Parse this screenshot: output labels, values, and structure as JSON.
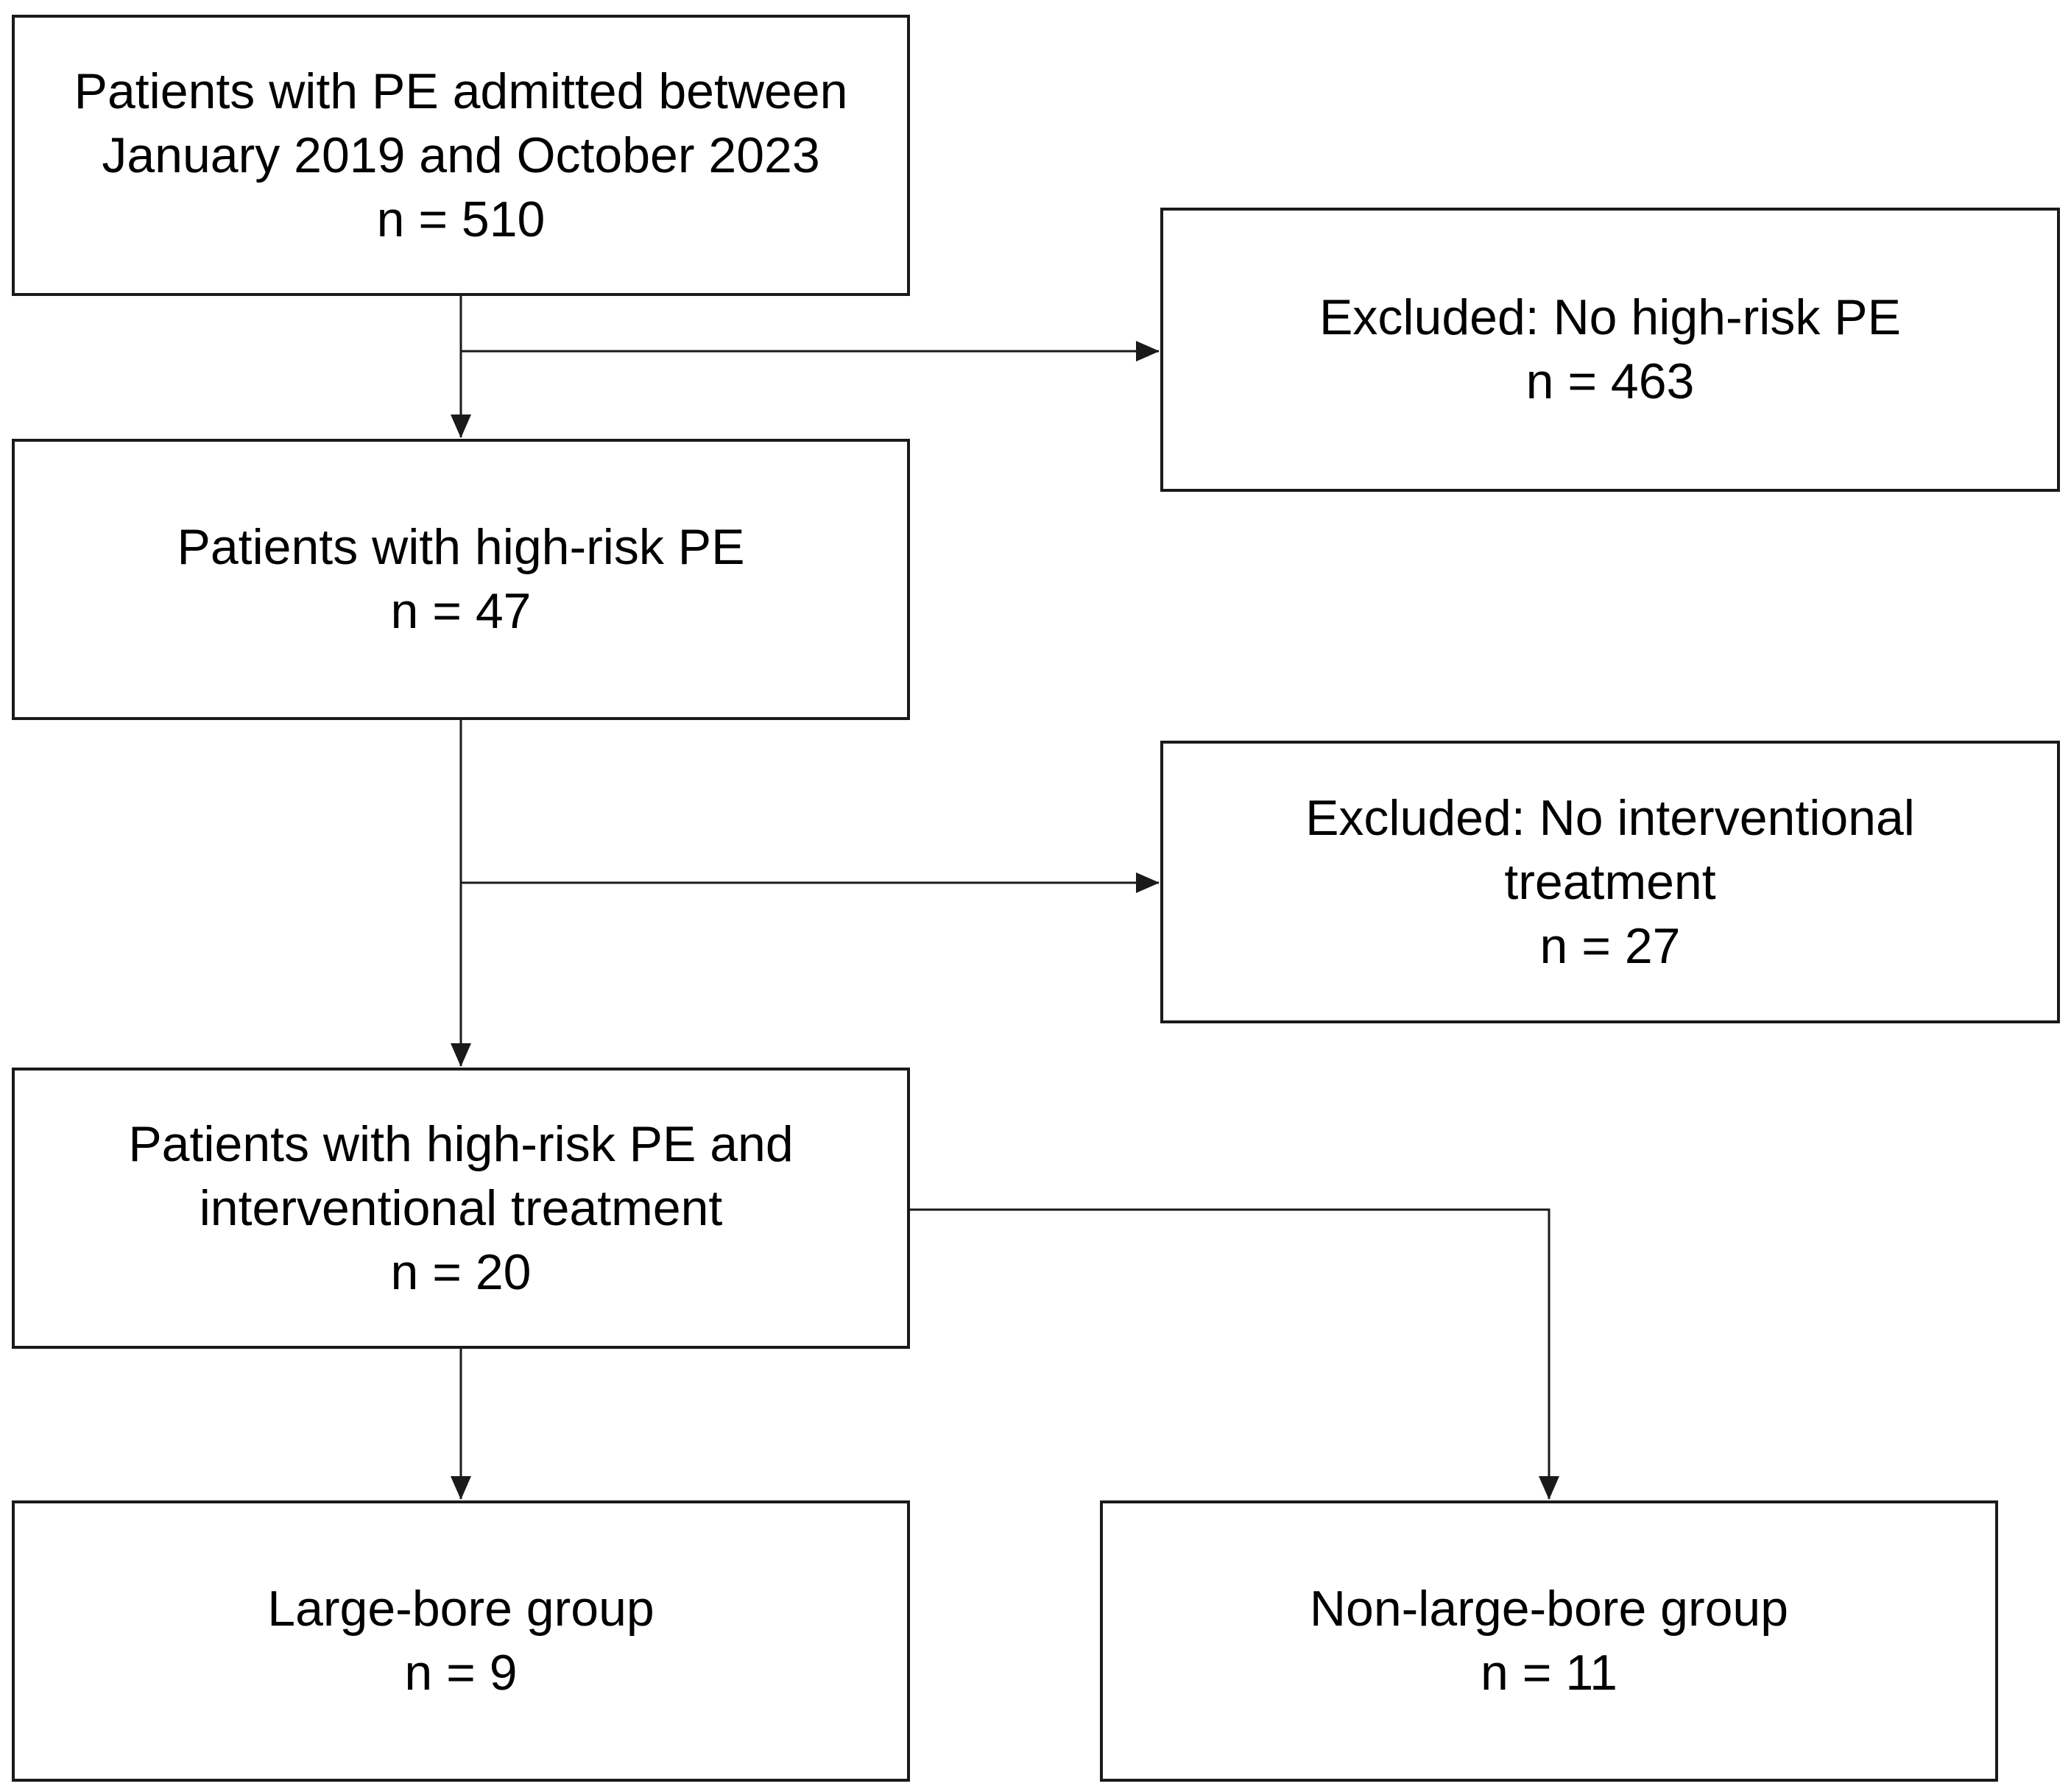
{
  "flowchart": {
    "all_patients": {
      "line1": "Patients with PE admitted between",
      "line2": "January 2019 and October 2023",
      "count": "n = 510"
    },
    "excluded_no_high_risk": {
      "line1": "Excluded: No high-risk PE",
      "count": "n = 463"
    },
    "high_risk": {
      "line1": "Patients with high-risk PE",
      "count": "n = 47"
    },
    "excluded_no_intervention": {
      "line1": "Excluded: No interventional",
      "line2": "treatment",
      "count": "n = 27"
    },
    "high_risk_interventional": {
      "line1": "Patients with high-risk PE and",
      "line2": "interventional treatment",
      "count": "n = 20"
    },
    "large_bore": {
      "line1": "Large-bore group",
      "count": "n = 9"
    },
    "non_large_bore": {
      "line1": "Non-large-bore group",
      "count": "n = 11"
    }
  }
}
